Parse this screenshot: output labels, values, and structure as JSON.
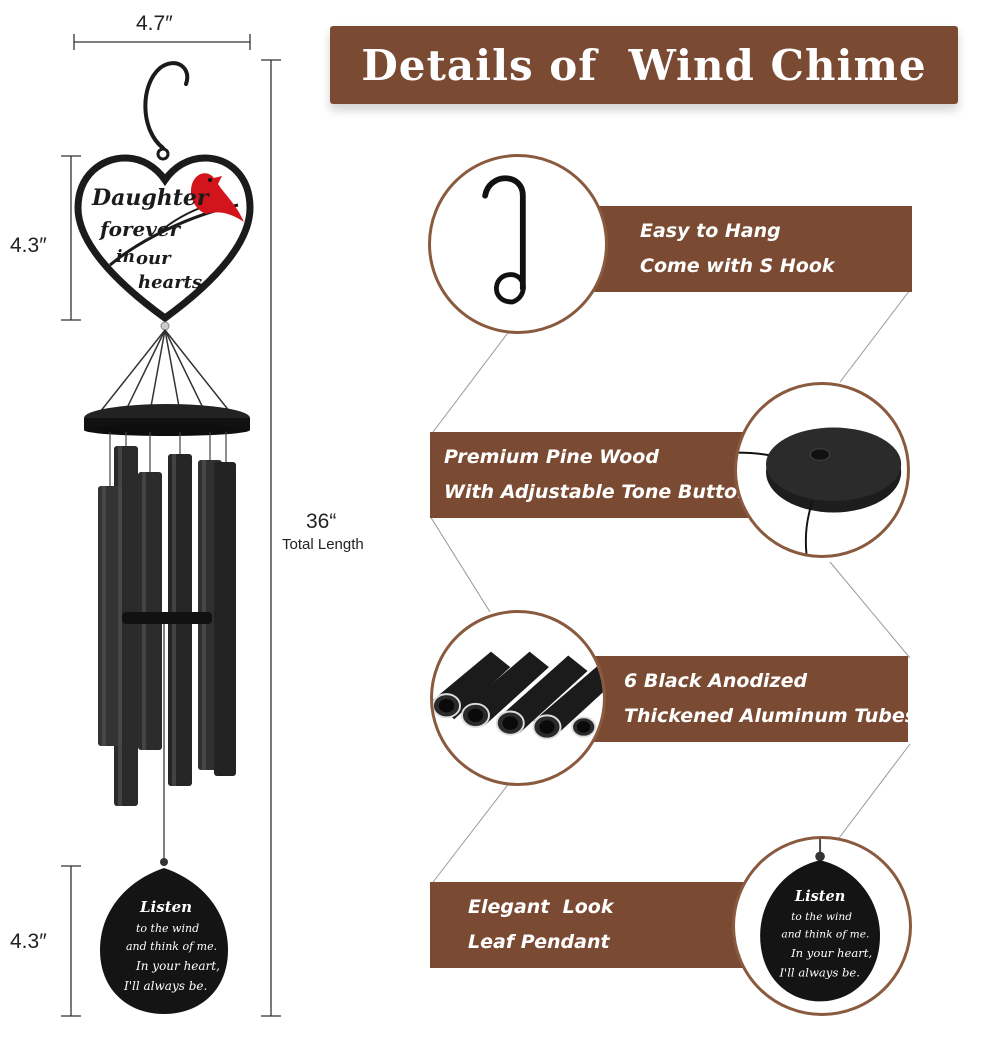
{
  "dimensions": {
    "width": "4.7″",
    "top_height": "4.3″",
    "total_length": "36“",
    "total_length_label": "Total Length",
    "bottom_height": "4.3″"
  },
  "title": "Details of  Wind Chime",
  "heart_sign": {
    "line1": "Daughter",
    "line2": "forever",
    "line3": "in",
    "line4": "our",
    "line5": "hearts"
  },
  "pendant": {
    "line1": "Listen",
    "line2": "to the wind",
    "line3": "and think of me.",
    "line4": "In your heart,",
    "line5": "I'll always be."
  },
  "features": [
    {
      "line1": "Easy to Hang",
      "line2": "Come with S Hook",
      "icon": "s-hook-icon"
    },
    {
      "line1": "Premium Pine Wood",
      "line2": "With Adjustable Tone Button",
      "icon": "wood-top-icon"
    },
    {
      "line1": "6 Black Anodized",
      "line2": "Thickened Aluminum Tubes",
      "icon": "tubes-icon"
    },
    {
      "line1": "Elegant  Look",
      "line2": "Leaf Pendant",
      "icon": "leaf-pendant-icon"
    }
  ],
  "colors": {
    "brand_brown": "#7b4a32",
    "cardinal_red": "#d3141c",
    "chime_black": "#1b1b1b"
  }
}
